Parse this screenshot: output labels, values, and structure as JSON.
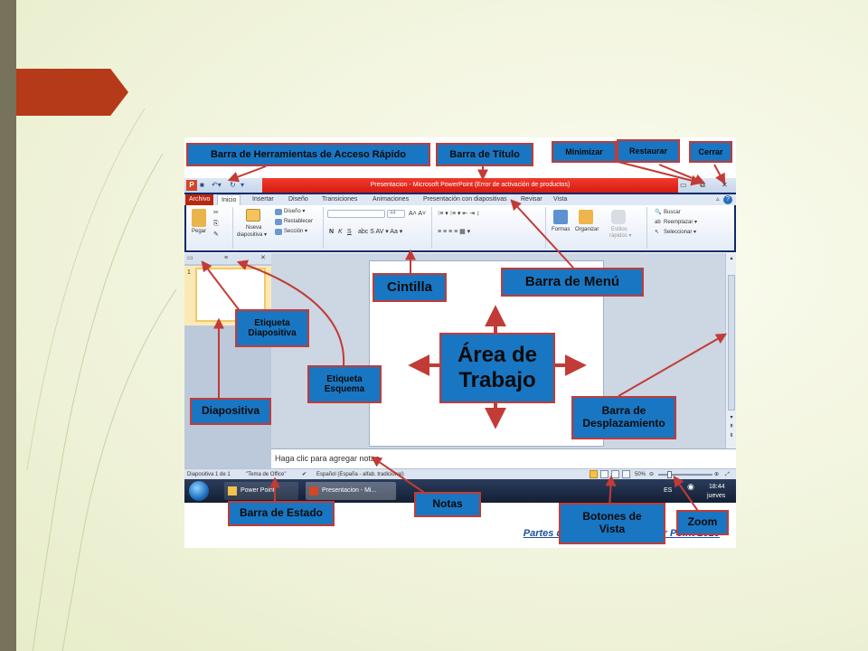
{
  "window": {
    "title": "Presentacion - Microsoft PowerPoint (Error de activación de productos)"
  },
  "tabs": [
    "Archivo",
    "Inicio",
    "Insertar",
    "Diseño",
    "Transiciones",
    "Animaciones",
    "Presentación con diapositivas",
    "Revisar",
    "Vista"
  ],
  "ribbon": {
    "paste": "Pegar",
    "new_slide_1": "Nueva",
    "new_slide_2": "diapositiva ▾",
    "layout": "Diseño ▾",
    "reset": "Restablecer",
    "section": "Sección ▾",
    "font_size": "44",
    "shapes": "Formas",
    "arrange": "Organizar",
    "styles_1": "Estilos",
    "styles_2": "rápidos ▾",
    "find": "Buscar",
    "replace": "Reemplazar ▾",
    "select": "Seleccionar ▾"
  },
  "thumb_panel": {
    "slide_number": "1"
  },
  "notes_placeholder": "Haga clic para agregar notas",
  "status": {
    "slide": "Diapositiva 1 de 1",
    "theme": "\"Tema de Office\"",
    "language": "Español (España - alfab. tradicional)",
    "zoom": "50%"
  },
  "taskbar": {
    "app1": "Power Point",
    "app2": "Presentacion - Mi...",
    "lang": "ES",
    "time": "18:44",
    "day": "jueves"
  },
  "callouts": {
    "qat": "Barra de Herramientas de Acceso Rápido",
    "title_bar": "Barra de Título",
    "minimize": "Minimizar",
    "restore": "Restaurar",
    "close": "Cerrar",
    "ribbon": "Cintilla",
    "menu_bar": "Barra de Menú",
    "slide_tab": "Etiqueta\nDiapositiva",
    "outline_tab": "Etiqueta\nEsquema",
    "work_area": "Área de\nTrabajo",
    "slide": "Diapositiva",
    "scrollbar": "Barra de\nDesplazamiento",
    "status_bar": "Barra de Estado",
    "notes": "Notas",
    "view_buttons": "Botones de\nVista",
    "zoom": "Zoom"
  },
  "caption": "Partes de la Ventana de Power Point 2010",
  "colors": {
    "callout_fill": "#1976c2",
    "callout_border": "#c23b36",
    "arrow": "#c23b36",
    "title_red": "#e3271d",
    "accent": "#b53a1a"
  }
}
